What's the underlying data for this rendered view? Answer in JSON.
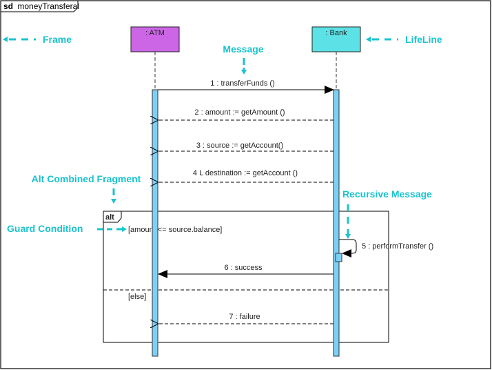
{
  "frame": {
    "keyword": "sd",
    "name": "moneyTransferal"
  },
  "lifelines": [
    {
      "name": ": ATM",
      "color": "#cc66e6"
    },
    {
      "name": ": Bank",
      "color": "#5ce1e6"
    }
  ],
  "activation_color": "#7ccff5",
  "annotation_color": "#19c3cf",
  "messages": [
    {
      "label": "1 : transferFunds ()",
      "from": ": ATM",
      "to": ": Bank",
      "kind": "synchronous"
    },
    {
      "label": "2 : amount := getAmount ()",
      "from": ": Bank",
      "to": ": ATM",
      "kind": "reply"
    },
    {
      "label": "3 : source := getAccount()",
      "from": ": Bank",
      "to": ": ATM",
      "kind": "reply"
    },
    {
      "label": "4 L destination := getAccount ()",
      "from": ": Bank",
      "to": ": ATM",
      "kind": "reply"
    },
    {
      "label": "5 : performTransfer ()",
      "from": ": Bank",
      "to": ": Bank",
      "kind": "self"
    },
    {
      "label": "6 : success",
      "from": ": Bank",
      "to": ": ATM",
      "kind": "synchronous"
    },
    {
      "label": "7 : failure",
      "from": ": Bank",
      "to": ": ATM",
      "kind": "reply"
    }
  ],
  "fragment": {
    "operator": "alt",
    "guards": [
      "[amount <= source.balance]",
      "[else]"
    ]
  },
  "annotations": {
    "frame": "Frame",
    "lifeline": "LifeLine",
    "message": "Message",
    "alt_fragment": "Alt Combined Fragment",
    "guard_condition": "Guard Condition",
    "recursive_message": "Recursive Message"
  }
}
